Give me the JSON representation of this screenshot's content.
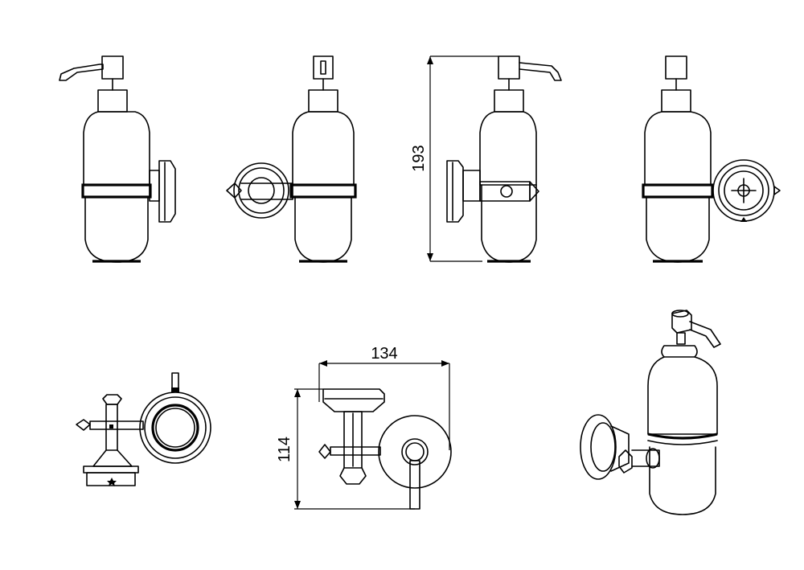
{
  "dimensions": {
    "height": "193",
    "width": "134",
    "depth": "114"
  },
  "colors": {
    "line": "#000000",
    "background": "#ffffff"
  }
}
